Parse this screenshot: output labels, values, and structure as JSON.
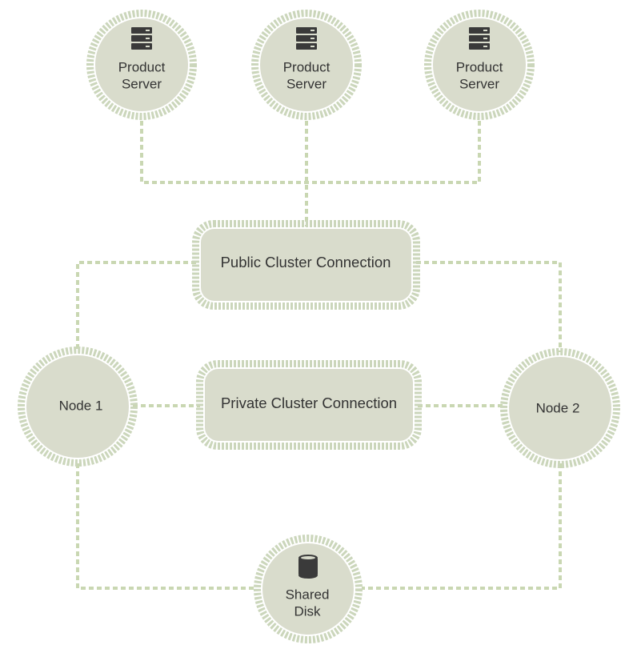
{
  "nodes": {
    "server_1": {
      "line1": "Product",
      "line2": "Server"
    },
    "server_2": {
      "line1": "Product",
      "line2": "Server"
    },
    "server_3": {
      "line1": "Product",
      "line2": "Server"
    },
    "public_cluster": {
      "label": "Public Cluster Connection"
    },
    "private_cluster": {
      "label": "Private Cluster Connection"
    },
    "node_1": {
      "label": "Node 1"
    },
    "node_2": {
      "label": "Node 2"
    },
    "shared_disk": {
      "line1": "Shared",
      "line2": "Disk"
    }
  },
  "icons": {
    "server": "server-icon",
    "disk": "database-icon"
  },
  "colors": {
    "node_fill": "#d9dccc",
    "ring": "#cbd6bb",
    "connector": "#c9d7b2",
    "text": "#333333",
    "icon": "#3a3a3a"
  }
}
